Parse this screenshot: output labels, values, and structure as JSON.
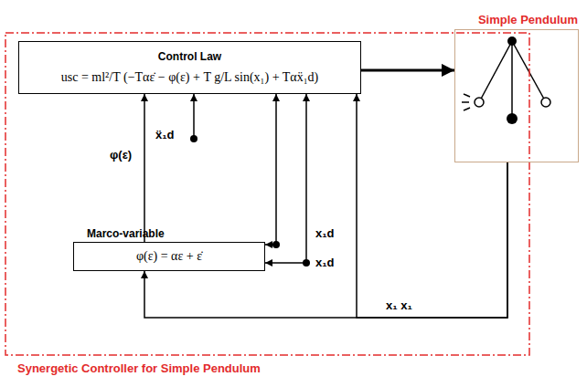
{
  "diagram": {
    "nodes": [
      {
        "text": [
          "Synergetic Controller for Simple Pendulum"
        ]
      },
      {
        "text": [
          "Control Law",
          "usc = ml²/T (−Tαε̇ − φ(ε) + T g/L sin(x₁) + Tαẍ₁d)"
        ],
        "in": 0
      },
      {
        "text": [
          "Marco-variable",
          "φ(ε) = αε + ε̇"
        ],
        "in": 0
      },
      {
        "text": [
          "Simple Pendulum"
        ]
      }
    ],
    "edges": [
      {
        "from": 1,
        "to": 3,
        "arrow": "to"
      },
      {
        "from": 2,
        "to": 1,
        "arrow": "to",
        "label": "φ(ε)"
      },
      {
        "from": 3,
        "to": 2,
        "arrow": "to",
        "label": "x₁ x₁"
      },
      {
        "from": 3,
        "to": 1,
        "arrow": "to"
      }
    ],
    "labels": [
      "ẍ₁d",
      "x₁d",
      "x₁d"
    ]
  }
}
